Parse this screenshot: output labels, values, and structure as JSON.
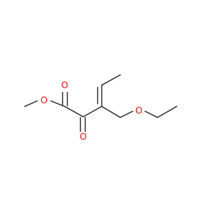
{
  "molecule": {
    "atoms": {
      "o_methoxy": {
        "element": "O",
        "color": "#ff0d0d"
      },
      "o_ester_carbonyl": {
        "element": "O",
        "color": "#ff0d0d"
      },
      "o_ketone": {
        "element": "O",
        "color": "#ff0d0d"
      },
      "o_ether": {
        "element": "O",
        "color": "#ff0d0d"
      }
    },
    "bond_color": "#3a3a3a",
    "background": "#ffffff"
  }
}
